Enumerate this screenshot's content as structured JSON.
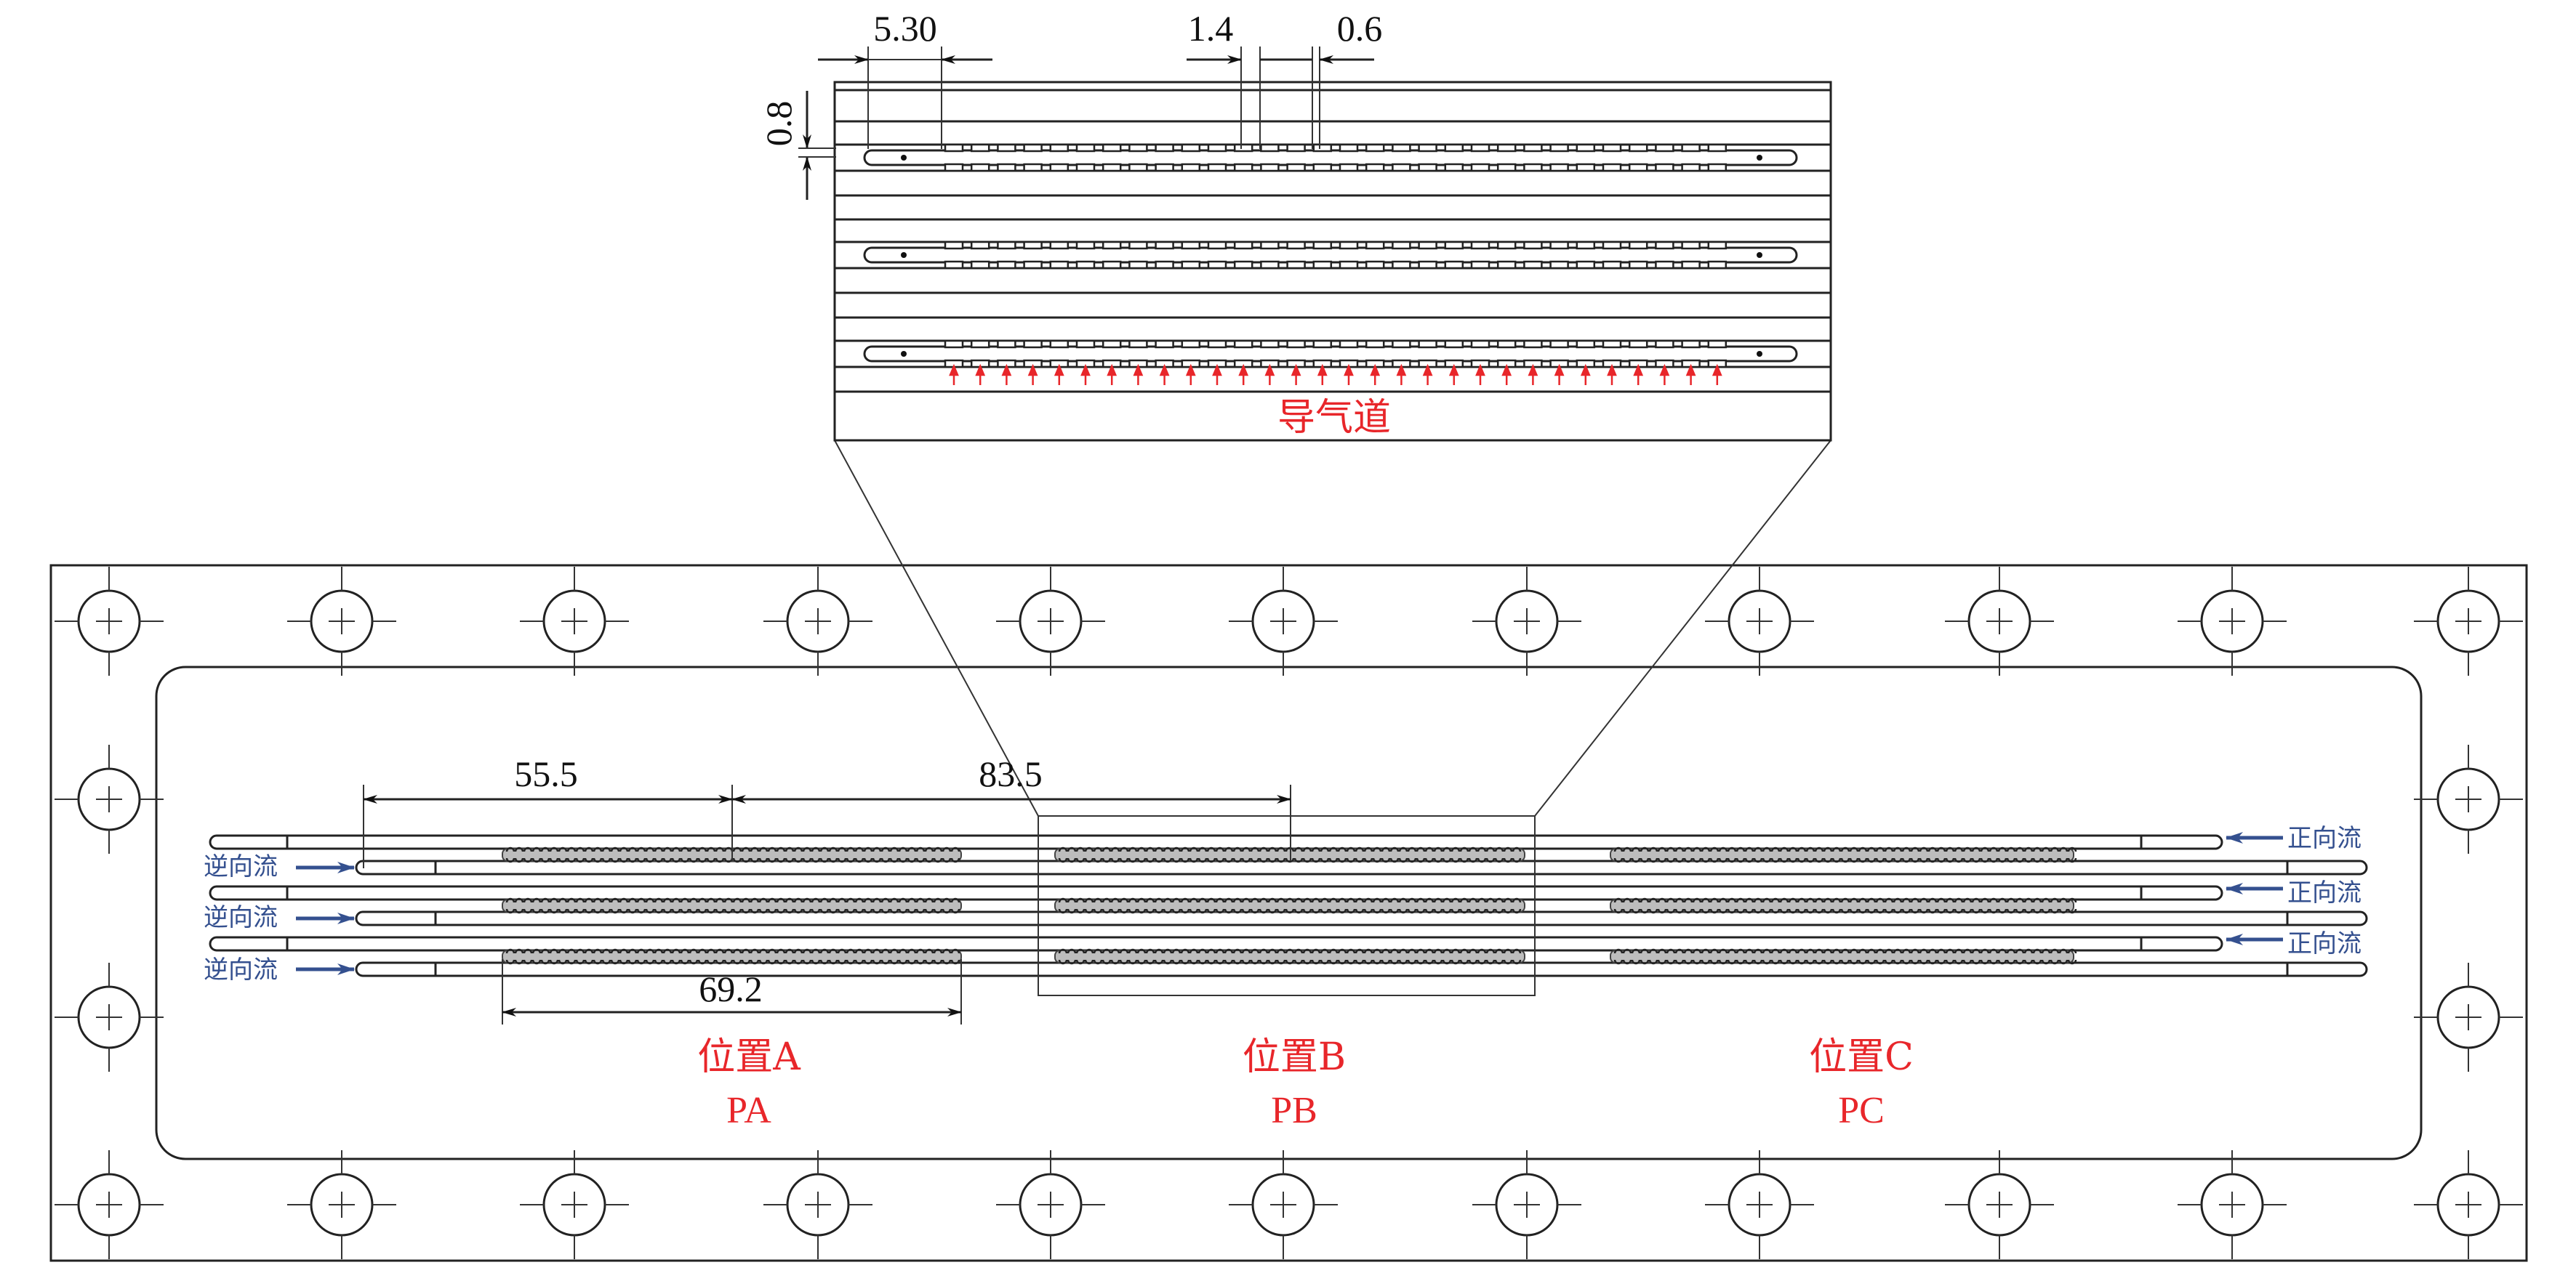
{
  "inset": {
    "dim_pitch": "5.30",
    "dim_width": "1.4",
    "dim_gap": "0.6",
    "dim_height": "0.8",
    "air_channel_label": "导气道"
  },
  "dims": {
    "d1": "55.5",
    "d2": "83.5",
    "d3": "69.2"
  },
  "flow": {
    "reverse": "逆向流",
    "forward": "正向流"
  },
  "positions": [
    {
      "cn": "位置A",
      "en": "PA"
    },
    {
      "cn": "位置B",
      "en": "PB"
    },
    {
      "cn": "位置C",
      "en": "PC"
    }
  ],
  "colors": {
    "label_red": "#e8262a",
    "flow_blue": "#34508f",
    "line": "#222222"
  }
}
